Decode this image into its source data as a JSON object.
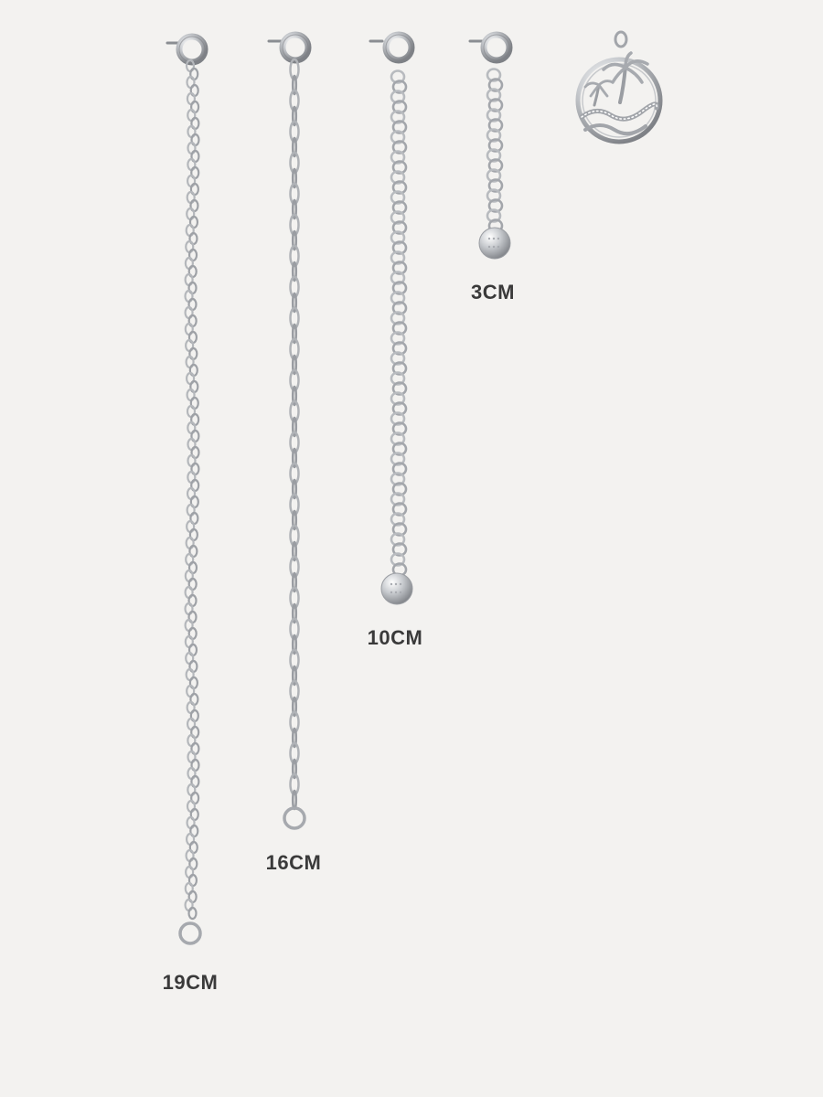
{
  "product": {
    "colors": {
      "background": "#f3f2f0",
      "metal": "#b9bcc0",
      "metal_dark": "#8a8d92",
      "label": "#3a3a3a"
    },
    "extenders": [
      {
        "id": "19cm",
        "label": "19CM",
        "link_style": "rope"
      },
      {
        "id": "16cm",
        "label": "16CM",
        "link_style": "cable-long"
      },
      {
        "id": "10cm",
        "label": "10CM",
        "link_style": "round-rolo",
        "tag": true
      },
      {
        "id": "3cm",
        "label": "3CM",
        "link_style": "round-rolo",
        "tag": true
      }
    ],
    "charm": {
      "icon": "palm-tree-wave-pendant-icon"
    }
  }
}
